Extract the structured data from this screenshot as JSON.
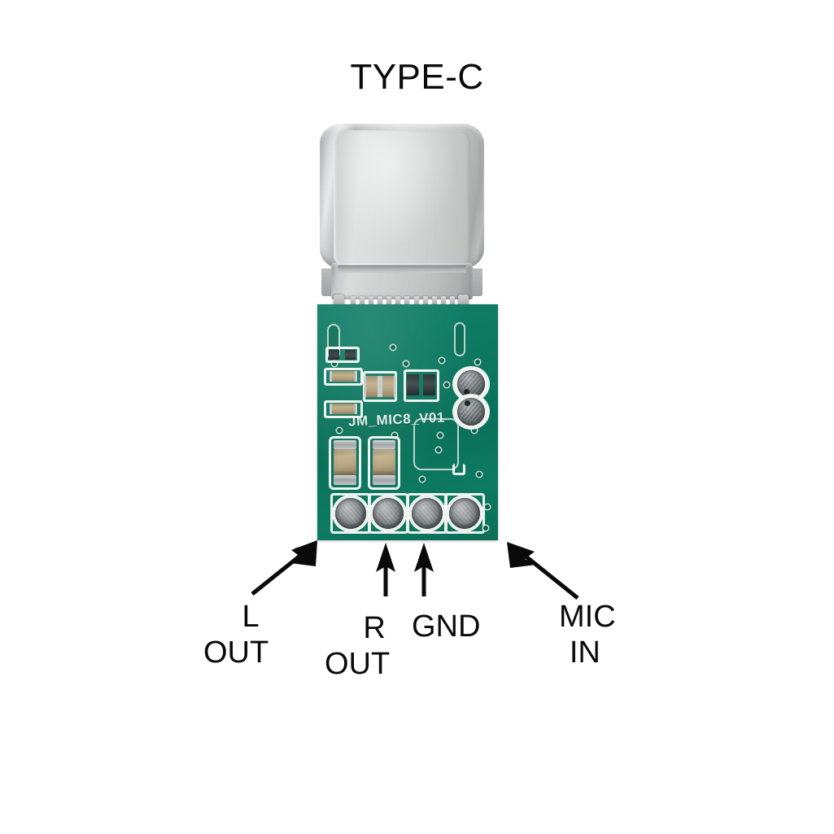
{
  "figure": {
    "title": "TYPE-C",
    "background_color": "#ffffff",
    "pcb_color": "#0b7a61",
    "silkscreen_color": "#eef3f0",
    "metal_color": "#cfd2d2",
    "text_color": "#0a0a0a",
    "pcb_silkscreen_text": "JM_MIC8_V01"
  },
  "connector": {
    "name": "USB Type-C plug",
    "pin_count": 12
  },
  "pcb": {
    "pad_count_bottom": 4,
    "pad_count_side": 2
  },
  "callouts": [
    {
      "id": "l-out",
      "line1": "L",
      "line2": "OUT",
      "arrow": "diagonal-up-right"
    },
    {
      "id": "r-out",
      "line1": "R",
      "line2": "OUT",
      "arrow": "up"
    },
    {
      "id": "gnd",
      "line1": "GND",
      "line2": "",
      "arrow": "up"
    },
    {
      "id": "mic-in",
      "line1": "MIC",
      "line2": "IN",
      "arrow": "diagonal-up-left"
    }
  ]
}
